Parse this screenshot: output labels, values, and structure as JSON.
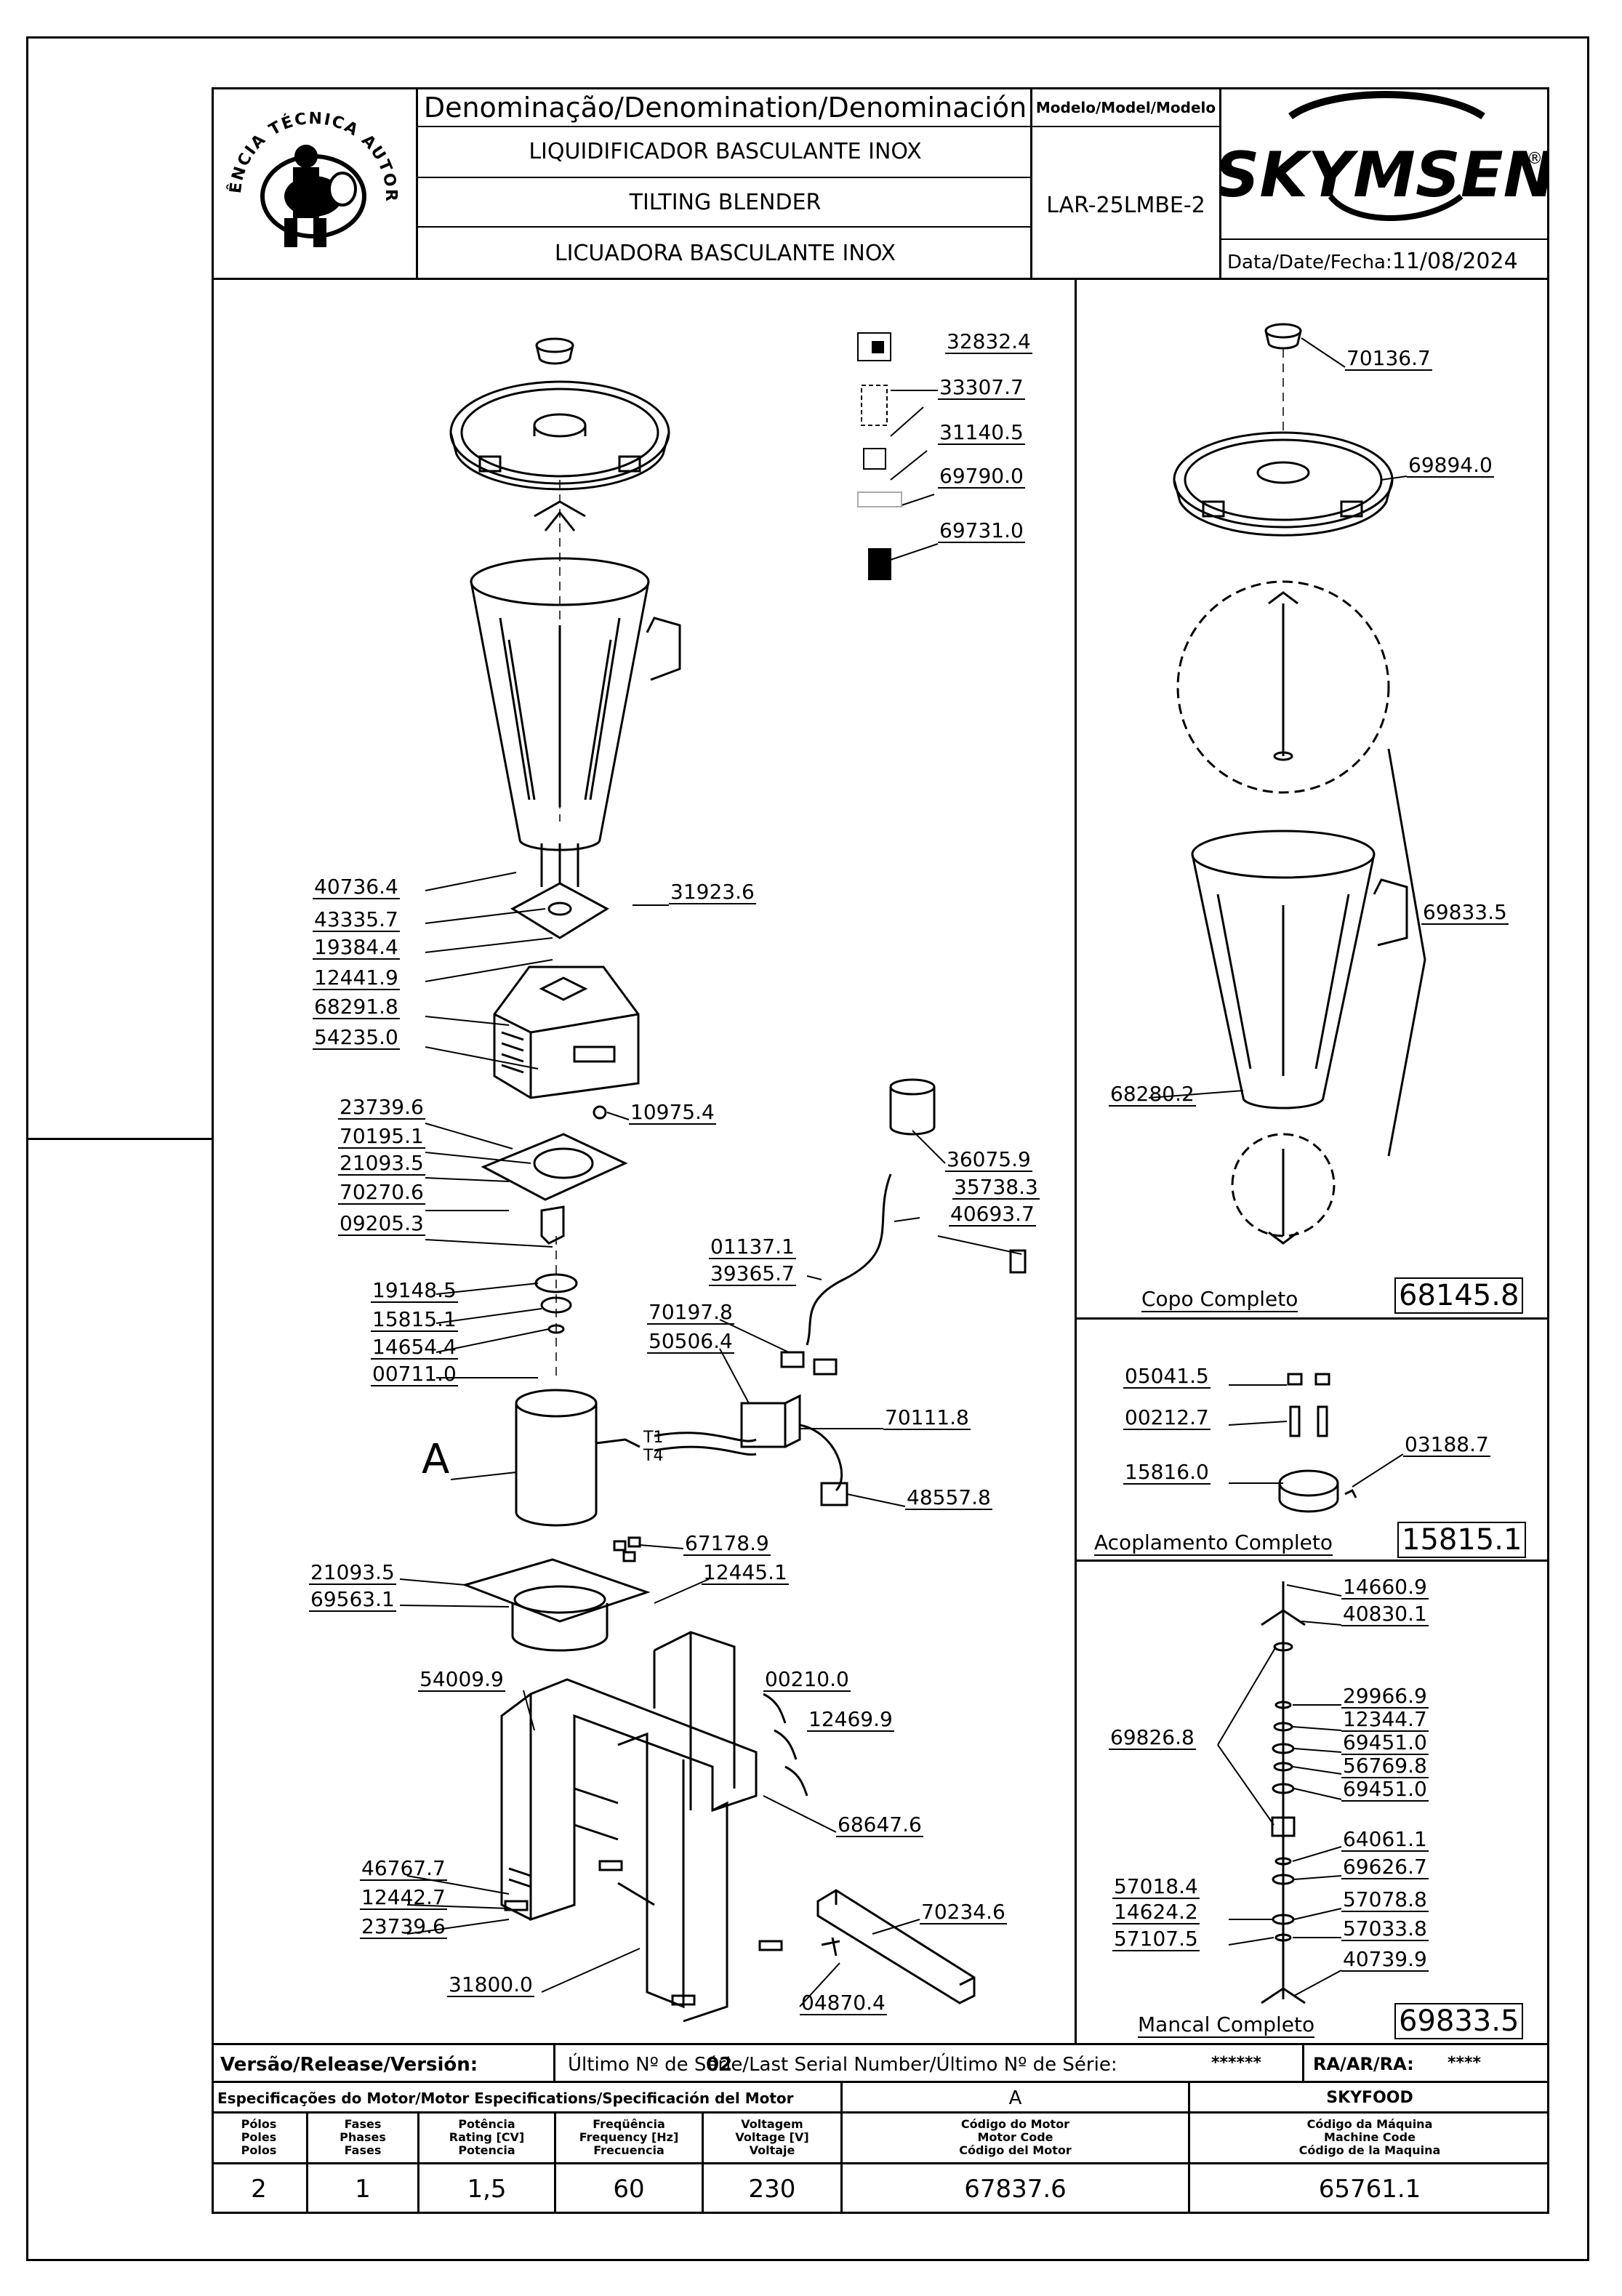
{
  "header": {
    "denomination_title": "Denominação/Denomination/Denominación",
    "name_pt": "LIQUIDIFICADOR BASCULANTE INOX",
    "name_en": "TILTING BLENDER",
    "name_es": "LICUADORA BASCULANTE INOX",
    "model_label": "Modelo/Model/Modelo",
    "model_value": "LAR-25LMBE-2",
    "brand": "SKYMSEN",
    "brand_mark": "®",
    "date_label": "Data/Date/Fecha:",
    "date_value": "11/08/2024",
    "seal_text": "ASSISTÊNCIA TÉCNICA AUTORIZADA"
  },
  "labels": {
    "l_32832_4": "32832.4",
    "l_33307_7": "33307.7",
    "l_31140_5": "31140.5",
    "l_69790_0": "69790.0",
    "l_69731_0": "69731.0",
    "l_40736_4": "40736.4",
    "l_43335_7": "43335.7",
    "l_19384_4": "19384.4",
    "l_12441_9": "12441.9",
    "l_68291_8": "68291.8",
    "l_54235_0": "54235.0",
    "l_31923_6": "31923.6",
    "l_23739_6a": "23739.6",
    "l_70195_1": "70195.1",
    "l_21093_5a": "21093.5",
    "l_70270_6": "70270.6",
    "l_09205_3": "09205.3",
    "l_10975_4": "10975.4",
    "l_19148_5": "19148.5",
    "l_15815_1a": "15815.1",
    "l_14654_4": "14654.4",
    "l_00711_0": "00711.0",
    "l_A_motor": "A",
    "l_T1": "T1",
    "l_T4": "T4",
    "l_36075_9": "36075.9",
    "l_35738_3": "35738.3",
    "l_40693_7": "40693.7",
    "l_01137_1": "01137.1",
    "l_39365_7": "39365.7",
    "l_70197_8": "70197.8",
    "l_50506_4": "50506.4",
    "l_70111_8": "70111.8",
    "l_48557_8": "48557.8",
    "l_67178_9": "67178.9",
    "l_12445_1": "12445.1",
    "l_21093_5b": "21093.5",
    "l_69563_1": "69563.1",
    "l_00210_0": "00210.0",
    "l_12469_9": "12469.9",
    "l_54009_9": "54009.9",
    "l_68647_6": "68647.6",
    "l_46767_7": "46767.7",
    "l_12442_7": "12442.7",
    "l_23739_6b": "23739.6",
    "l_70234_6": "70234.6",
    "l_31800_0": "31800.0",
    "l_04870_4": "04870.4",
    "l_70136_7": "70136.7",
    "l_69894_0": "69894.0",
    "l_69833_5a": "69833.5",
    "l_68280_2": "68280.2",
    "l_05041_5": "05041.5",
    "l_00212_7": "00212.7",
    "l_15816_0": "15816.0",
    "l_03188_7": "03188.7",
    "l_14660_9": "14660.9",
    "l_40830_1": "40830.1",
    "l_29966_9": "29966.9",
    "l_12344_7": "12344.7",
    "l_69451_0a": "69451.0",
    "l_56769_8": "56769.8",
    "l_69451_0b": "69451.0",
    "l_69826_8": "69826.8",
    "l_64061_1": "64061.1",
    "l_69626_7": "69626.7",
    "l_57018_4": "57018.4",
    "l_57078_8": "57078.8",
    "l_14624_2": "14624.2",
    "l_57033_8": "57033.8",
    "l_57107_5": "57107.5",
    "l_40739_9": "40739.9"
  },
  "assemblies": {
    "copo_title": "Copo Completo",
    "copo_code": "68145.8",
    "acoplamento_title": "Acoplamento Completo",
    "acoplamento_code": "15815.1",
    "mancal_title": "Mancal Completo",
    "mancal_code": "69833.5"
  },
  "footer": {
    "version_label": "Versão/Release/Versión:",
    "version_value": "02",
    "serial_label": "Último Nº de Série/Last Serial Number/Último Nº de Série:",
    "serial_value": "******",
    "ra_label": "RA/AR/RA:",
    "ra_value": "****",
    "motor_spec_label": "Especificações do Motor/Motor Especifications/Specificación del Motor",
    "col_A": "A",
    "col_brand": "SKYFOOD",
    "poles_h": [
      "Pólos",
      "Poles",
      "Polos"
    ],
    "phases_h": [
      "Fases",
      "Phases",
      "Fases"
    ],
    "power_h": [
      "Potência",
      "Rating [CV]",
      "Potencia"
    ],
    "freq_h": [
      "Freqüência",
      "Frequency [Hz]",
      "Frecuencia"
    ],
    "volt_h": [
      "Voltagem",
      "Voltage [V]",
      "Voltaje"
    ],
    "motor_code_h": [
      "Código do Motor",
      "Motor Code",
      "Código del Motor"
    ],
    "machine_code_h": [
      "Código da Máquina",
      "Machine Code",
      "Código de la Maquina"
    ],
    "poles": "2",
    "phases": "1",
    "power": "1,5",
    "frequency": "60",
    "voltage": "230",
    "motor_code": "67837.6",
    "machine_code": "65761.1"
  }
}
